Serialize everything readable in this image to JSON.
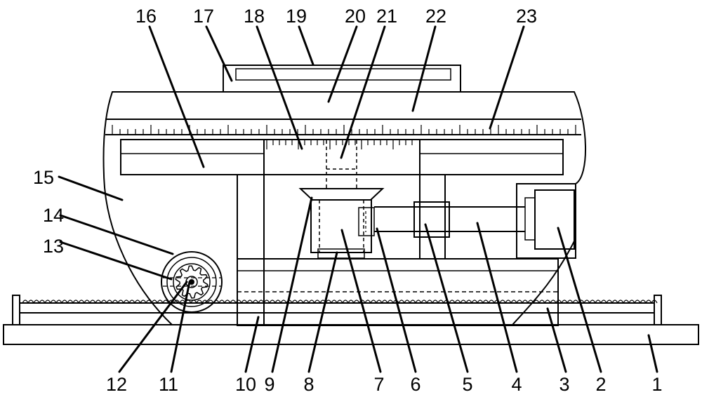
{
  "diagram": {
    "line_color": "#000000",
    "background": "#ffffff",
    "labels": {
      "l1": "1",
      "l2": "2",
      "l3": "3",
      "l4": "4",
      "l5": "5",
      "l6": "6",
      "l7": "7",
      "l8": "8",
      "l9": "9",
      "l10": "10",
      "l11": "11",
      "l12": "12",
      "l13": "13",
      "l14": "14",
      "l15": "15",
      "l16": "16",
      "l17": "17",
      "l18": "18",
      "l19": "19",
      "l20": "20",
      "l21": "21",
      "l22": "22",
      "l23": "23"
    }
  }
}
